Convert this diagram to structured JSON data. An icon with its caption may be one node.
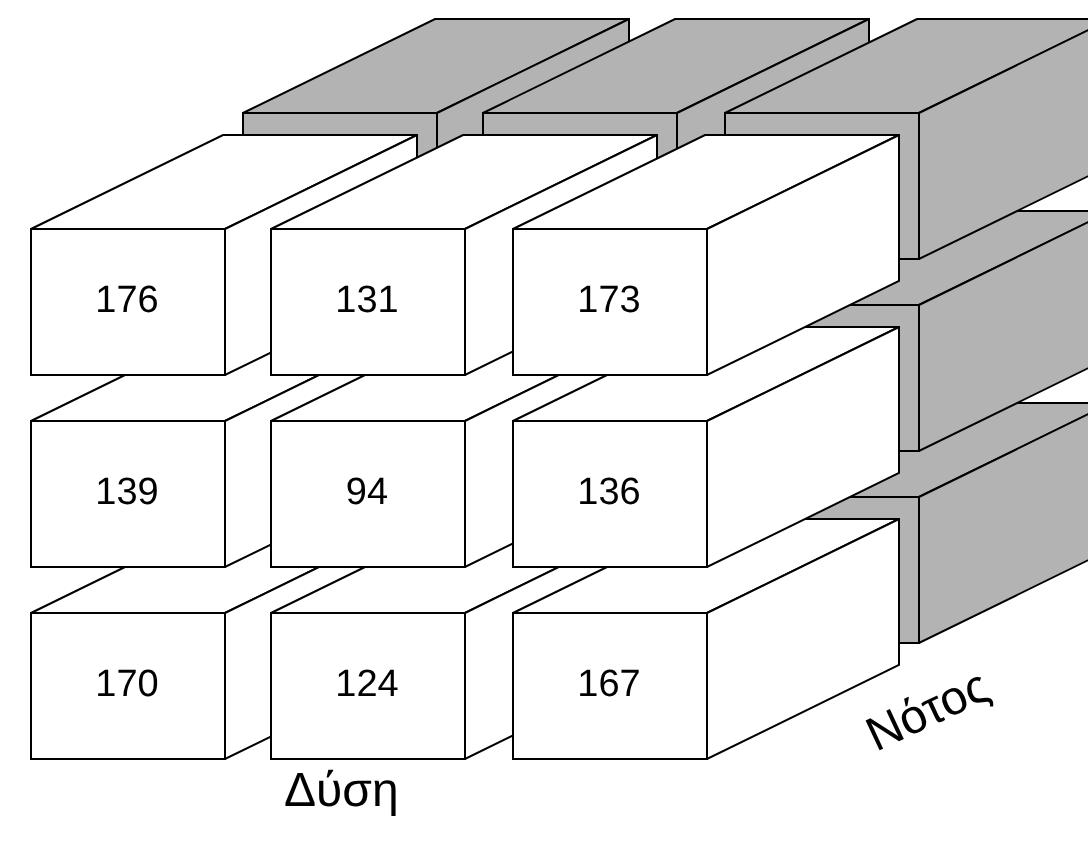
{
  "diagram": {
    "nodes": [
      {
        "text": [
          "176"
        ]
      },
      {
        "text": [
          "131"
        ]
      },
      {
        "text": [
          "173"
        ]
      },
      {
        "text": [
          "139"
        ]
      },
      {
        "text": [
          "94"
        ]
      },
      {
        "text": [
          "136"
        ]
      },
      {
        "text": [
          "170"
        ]
      },
      {
        "text": [
          "124"
        ]
      },
      {
        "text": [
          "167"
        ]
      },
      {
        "text": [],
        "shape": "box"
      },
      {
        "text": [],
        "shape": "box"
      },
      {
        "text": [],
        "shape": "box"
      },
      {
        "text": [],
        "shape": "box"
      },
      {
        "text": [],
        "shape": "box"
      }
    ],
    "edges": [],
    "labels": [
      "Νότος",
      "Δύση"
    ]
  }
}
